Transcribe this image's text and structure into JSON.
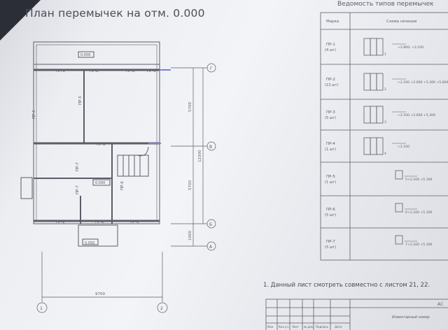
{
  "plan": {
    "title": "План перемычек на отм. 0.000",
    "level_marks": [
      "0.050",
      "0.000",
      "0.050"
    ],
    "lintels": [
      "ПР-1",
      "ПР-2",
      "ПР-2",
      "ПР-1",
      "ПР-5",
      "ПР-5",
      "ПР-2",
      "ПР-7",
      "ПР-7",
      "ПР-2",
      "ПР-6",
      "ПР-2",
      "ПР-2"
    ],
    "dimensions": [
      "5700",
      "12300",
      "5700",
      "1000",
      "9700"
    ],
    "axes_letters": [
      "Г",
      "В",
      "Б",
      "А"
    ],
    "axes_numbers": [
      "1",
      "2"
    ]
  },
  "table": {
    "title": "Ведомость типов перемычек",
    "headers": [
      "Марка",
      "Схема сечения"
    ],
    "rows": [
      {
        "mark": "ПР-1",
        "qty": "(4 шт)",
        "num": "1",
        "levels": "+2.800; +3.100"
      },
      {
        "mark": "ПР-2",
        "qty": "(13 шт)",
        "num": "2",
        "levels": "+2.100 +2.600 +5.300 +5.600"
      },
      {
        "mark": "ПР-3",
        "qty": "(5 шт)",
        "num": "3",
        "levels": "+2.100 +2.600 +5.300"
      },
      {
        "mark": "ПР-4",
        "qty": "(1 шт)",
        "num": "4",
        "levels": "+2.100"
      },
      {
        "mark": "ПР-5",
        "qty": "(1 шт)",
        "num": "5",
        "levels": "+2.100 +5.100"
      },
      {
        "mark": "ПР-6",
        "qty": "(5 шт)",
        "num": "6",
        "levels": "+2.100 +5.100"
      },
      {
        "mark": "ПР-7",
        "qty": "(5 шт)",
        "num": "7",
        "levels": "+2.100 +5.100"
      }
    ]
  },
  "note": "1.  Данный лист смотреть совместно с листом 21, 22.",
  "stamp": {
    "cols": [
      "Изм.",
      "Кол.уч.",
      "Лист",
      "№ док.",
      "Подпись",
      "Дата"
    ],
    "right_top": "АС",
    "bottom": "Инвентарный номер"
  },
  "colors": {
    "ink": "#5a5d68",
    "accent_marker": "#7a7fd8",
    "fold": "#2b2e36"
  }
}
